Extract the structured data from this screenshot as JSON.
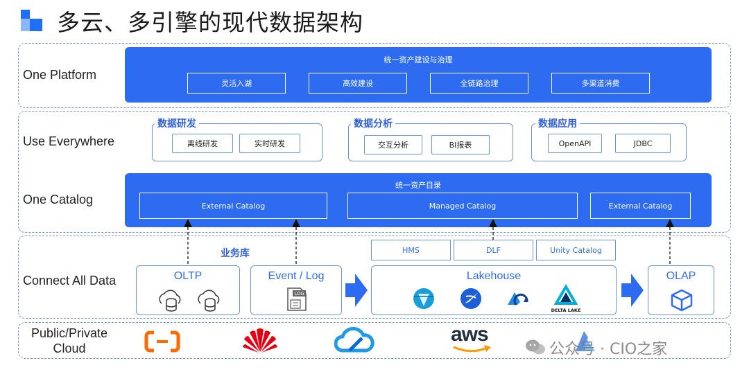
{
  "title": "多云、多引擎的现代数据架构",
  "rows": {
    "platform": "One Platform",
    "everywhere": "Use Everywhere",
    "catalog": "One Catalog",
    "connect": "Connect All Data",
    "cloud": "Public/Private\nCloud"
  },
  "platform": {
    "header": "统一资产建设与治理",
    "items": [
      "灵活入湖",
      "高效建设",
      "全链路治理",
      "多渠道消费"
    ]
  },
  "everywhere": {
    "groups": [
      {
        "title": "数据研发",
        "items": [
          "离线研发",
          "实时研发"
        ]
      },
      {
        "title": "数据分析",
        "items": [
          "交互分析",
          "BI报表"
        ]
      },
      {
        "title": "数据应用",
        "items": [
          "OpenAPI",
          "JDBC"
        ]
      }
    ]
  },
  "catalog": {
    "header": "统一资产目录",
    "items": [
      "External Catalog",
      "Managed Catalog",
      "External Catalog"
    ]
  },
  "connect": {
    "bizlib": "业务库",
    "oltp": "OLTP",
    "eventlog": "Event / Log",
    "log_tag": "LOG",
    "meta": [
      "HMS",
      "DLF",
      "Unity Catalog"
    ],
    "lakehouse": "Lakehouse",
    "delta_lake": "DELTA LAKE",
    "olap": "OLAP"
  },
  "cloud": {
    "aws": "aws",
    "aliyun_mark": "[-]"
  },
  "watermark": "公众号 · CIO之家",
  "colors": {
    "brand_blue": "#2d6cf0",
    "dash_border": "#6e96d8",
    "aliyun_orange": "#ff6a00",
    "huawei_red": "#e60012",
    "aws_orange": "#ff9900"
  },
  "icons": [
    "database-cloud-icon",
    "log-file-icon",
    "right-arrow-icon",
    "iceberg-icon",
    "hudi-icon",
    "paimon-icon",
    "delta-lake-icon",
    "cube-icon",
    "aliyun-logo",
    "huawei-logo",
    "tencent-cloud-logo",
    "aws-logo",
    "wechat-icon"
  ]
}
